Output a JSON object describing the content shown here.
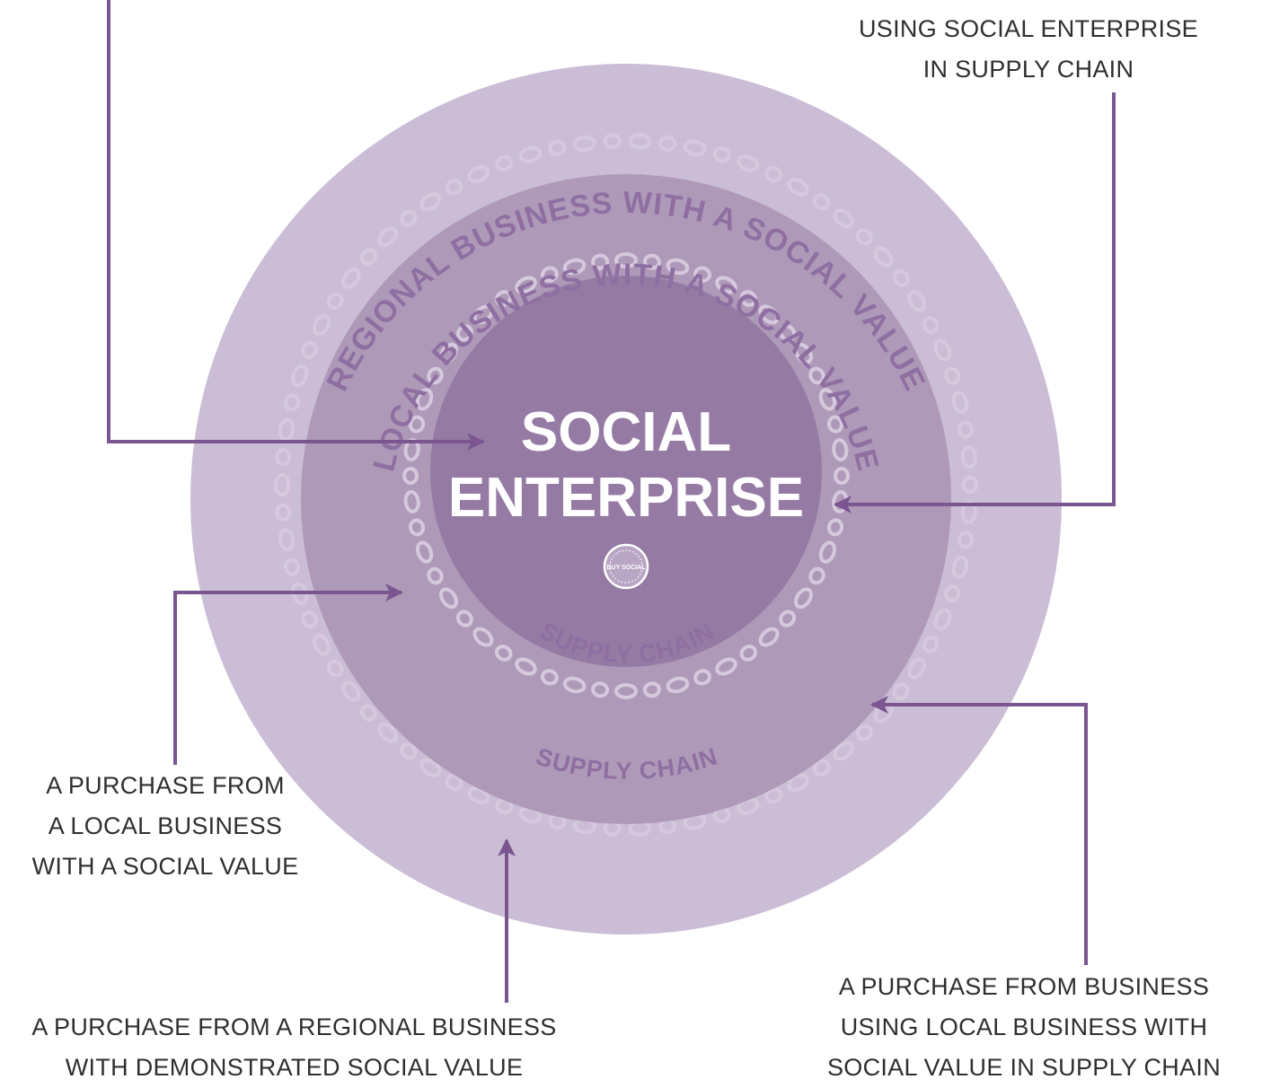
{
  "center": {
    "line1": "SOCIAL",
    "line2": "ENTERPRISE"
  },
  "rings": {
    "regional": "REGIONAL BUSINESS WITH A SOCIAL VALUE",
    "local": "LOCAL BUSINESS WITH A SOCIAL VALUE",
    "supply_inner": "SUPPLY CHAIN",
    "supply_outer": "SUPPLY CHAIN"
  },
  "captions": {
    "top_right": [
      "USING SOCIAL ENTERPRISE",
      "IN SUPPLY CHAIN"
    ],
    "left": [
      "A PURCHASE FROM",
      "A LOCAL BUSINESS",
      "WITH A SOCIAL VALUE"
    ],
    "bottom_left": [
      "A PURCHASE FROM A REGIONAL BUSINESS",
      "WITH DEMONSTRATED SOCIAL VALUE"
    ],
    "bottom_right": [
      "A PURCHASE FROM BUSINESS",
      "USING LOCAL BUSINESS WITH",
      "SOCIAL VALUE IN SUPPLY CHAIN"
    ]
  },
  "badge": {
    "text": "BUY SOCIAL"
  },
  "colors": {
    "outer": "#cbbdd5",
    "middle": "#ae9ab8",
    "inner": "#957ba4",
    "arrow": "#7a5590",
    "ring_text": "#8f6fa2",
    "chain": "#d6c9de",
    "center_text": "#ffffff",
    "caption": "#2f2f2f"
  }
}
